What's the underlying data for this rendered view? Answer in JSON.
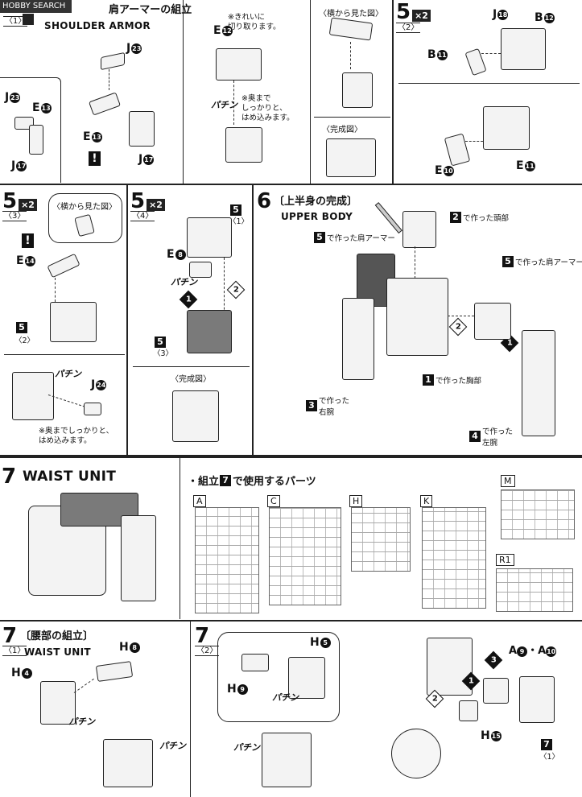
{
  "header": {
    "logo": "HOBBY SEARCH",
    "step5_1_title_jp": "肩アーマーの組立",
    "step5_1_sub": "〈1〉",
    "step5_1_title_en": "SHOULDER ARMOR"
  },
  "s5_1": {
    "parts": {
      "j23a": "J",
      "j23a_n": "23",
      "j23b": "J",
      "j23b_n": "23",
      "e13a": "E",
      "e13a_n": "13",
      "e13b": "E",
      "e13b_n": "13",
      "j17a": "J",
      "j17a_n": "17",
      "j17b": "J",
      "j17b_n": "17",
      "e12": "E",
      "e12_n": "12"
    },
    "note_clean": "※きれいに\n切り取ります。",
    "note_push": "※奥まで\nしっかりと、\nはめ込みます。",
    "pachi": "パチン",
    "side_view": "〈横から見た図〉",
    "complete": "〈完成図〉"
  },
  "s5_2": {
    "num": "5",
    "mult": "×2",
    "sub": "〈2〉",
    "parts": {
      "j18": "J",
      "j18_n": "18",
      "b12": "B",
      "b12_n": "12",
      "b11a": "B",
      "b11a_n": "11",
      "e10": "E",
      "e10_n": "10",
      "e11": "E",
      "e11_n": "11"
    }
  },
  "s5_3": {
    "num": "5",
    "mult": "×2",
    "sub": "〈3〉",
    "side_view": "〈横から見た図〉",
    "e14": "E",
    "e14_n": "14",
    "ref5": "5",
    "ref5_sub": "〈2〉",
    "j24": "J",
    "j24_n": "24",
    "pachi": "パチン",
    "note_push": "※奥までしっかりと、\nはめ込みます。"
  },
  "s5_4": {
    "num": "5",
    "mult": "×2",
    "sub": "〈4〉",
    "e8": "E",
    "e8_n": "8",
    "ref_top": "5",
    "ref_top_sub": "〈1〉",
    "ref_bottom": "5",
    "ref_bottom_sub": "〈3〉",
    "pachi": "パチン",
    "complete": "〈完成図〉",
    "order1": "1",
    "order2": "2"
  },
  "s6": {
    "num": "6",
    "title_jp": "〔上半身の完成〕",
    "title_en": "UPPER BODY",
    "c_head_num": "2",
    "c_head": "で作った頭部",
    "c_shoulder_l_num": "5",
    "c_shoulder_l": "で作った肩アーマー",
    "c_shoulder_r_num": "5",
    "c_shoulder_r": "で作った肩アーマー",
    "c_chest_num": "1",
    "c_chest": "で作った胸部",
    "c_rarm_num": "3",
    "c_rarm": "で作った\n右腕",
    "c_larm_num": "4",
    "c_larm": "で作った\n左腕",
    "order1": "1",
    "order2": "2"
  },
  "s7": {
    "num": "7",
    "title_en": "WAIST UNIT",
    "parts_title_pre": "・組立",
    "parts_title_num": "7",
    "parts_title_post": "で使用するパーツ",
    "runners": [
      "A",
      "C",
      "H",
      "K",
      "M",
      "R1"
    ]
  },
  "s7_1": {
    "num": "7",
    "sub": "〈1〉",
    "title_jp": "〔腰部の組立〕",
    "title_en": "WAIST UNIT",
    "h8": "H",
    "h8_n": "8",
    "h4": "H",
    "h4_n": "4",
    "pachi1": "パチン",
    "pachi2": "パチン"
  },
  "s7_2": {
    "num": "7",
    "sub": "〈2〉",
    "h5": "H",
    "h5_n": "5",
    "h9": "H",
    "h9_n": "9",
    "pachi1": "パチン",
    "pachi2": "パチン",
    "a9": "A",
    "a9_n": "9",
    "a10": "A",
    "a10_n": "10",
    "dot": "・",
    "h15": "H",
    "h15_n": "15",
    "ref7": "7",
    "ref7_sub": "〈1〉",
    "order1": "1",
    "order2": "2",
    "order3": "3"
  }
}
